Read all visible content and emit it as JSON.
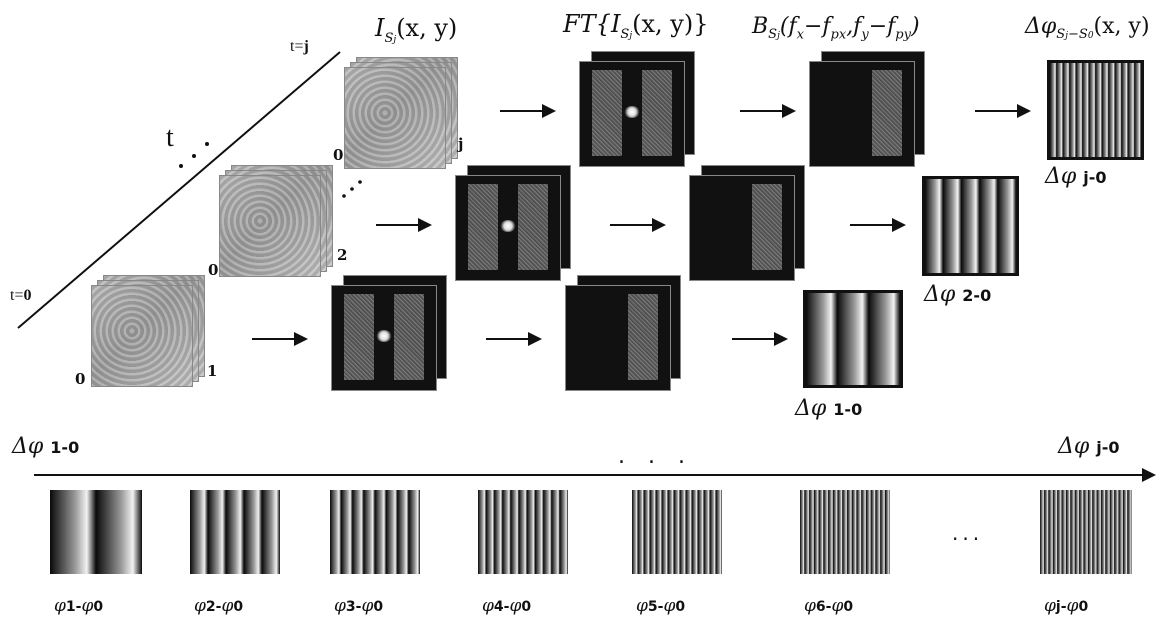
{
  "headers": {
    "intensity": {
      "main": "I",
      "sub": "S",
      "subsub": "j",
      "args": "(x, y)"
    },
    "fourier": {
      "prefix": "FT{",
      "main": "I",
      "sub": "S",
      "subsub": "j",
      "args": "(x, y)}"
    },
    "bandpass": {
      "main": "B",
      "sub": "S",
      "subsub": "j",
      "args": "(f",
      "fx": "x",
      "m1": "−f",
      "px": "px",
      "c": ",f",
      "fy": "y",
      "m2": "−f",
      "py": "py",
      "close": ")"
    },
    "phase": {
      "main": "Δφ",
      "sub": "S",
      "subsub": "j",
      "subdash": "−S",
      "sub0": "0",
      "args": "(x, y)"
    }
  },
  "time_axis": {
    "start": "t=",
    "start_val": "0",
    "end": "t=",
    "end_val": "j",
    "t": "t"
  },
  "rows": [
    {
      "first": "0",
      "last": "j",
      "result": {
        "symbol": "Δφ",
        "index": "j-0"
      }
    },
    {
      "first": "0",
      "last": "2",
      "result": {
        "symbol": "Δφ",
        "index": "2-0"
      }
    },
    {
      "first": "0",
      "last": "1",
      "result": {
        "symbol": "Δφ",
        "index": "1-0"
      }
    }
  ],
  "timeline": {
    "left": {
      "symbol": "Δφ",
      "index": "1-0"
    },
    "right": {
      "symbol": "Δφ",
      "index": "j-0"
    },
    "ellipsis": ". . .",
    "patterns": [
      {
        "phi": "φ",
        "a": "1",
        "sep": "-",
        "phi2": "φ",
        "b": "0",
        "stripes": 2
      },
      {
        "phi": "φ",
        "a": "2",
        "sep": "-",
        "phi2": "φ",
        "b": "0",
        "stripes": 5
      },
      {
        "phi": "φ",
        "a": "3",
        "sep": "-",
        "phi2": "φ",
        "b": "0",
        "stripes": 8
      },
      {
        "phi": "φ",
        "a": "4",
        "sep": "-",
        "phi2": "φ",
        "b": "0",
        "stripes": 11
      },
      {
        "phi": "φ",
        "a": "5",
        "sep": "-",
        "phi2": "φ",
        "b": "0",
        "stripes": 15
      },
      {
        "phi": "φ",
        "a": "6",
        "sep": "-",
        "phi2": "φ",
        "b": "0",
        "stripes": 19
      },
      {
        "phi": "φ",
        "a": "j",
        "sep": "-",
        "phi2": "φ",
        "b": "0",
        "stripes": 21
      }
    ],
    "pattern_ellipsis": "..."
  },
  "result_stripes": {
    "row_j": 14,
    "row_2": 5,
    "row_1": 3
  }
}
